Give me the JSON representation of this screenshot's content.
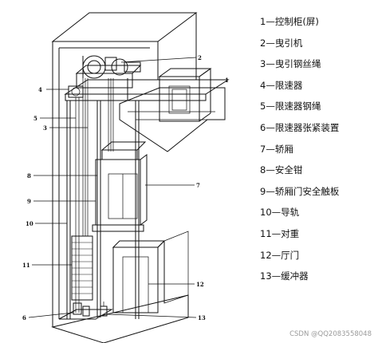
{
  "legend": [
    {
      "num": "1",
      "name": "控制柜(屏)"
    },
    {
      "num": "2",
      "name": "曳引机"
    },
    {
      "num": "3",
      "name": "曳引钢丝绳"
    },
    {
      "num": "4",
      "name": "限速器"
    },
    {
      "num": "5",
      "name": "限速器钢绳"
    },
    {
      "num": "6",
      "name": "限速器张紧装置"
    },
    {
      "num": "7",
      "name": "轿厢"
    },
    {
      "num": "8",
      "name": "安全钳"
    },
    {
      "num": "9",
      "name": "轿厢门安全触板"
    },
    {
      "num": "10",
      "name": "导轨"
    },
    {
      "num": "11",
      "name": "对重"
    },
    {
      "num": "12",
      "name": "厅门"
    },
    {
      "num": "13",
      "name": "缓冲器"
    }
  ],
  "callouts": {
    "c1": "1",
    "c2": "2",
    "c3": "3",
    "c4": "4",
    "c5": "5",
    "c6": "6",
    "c7": "7",
    "c8": "8",
    "c9": "9",
    "c10": "10",
    "c11": "11",
    "c12": "12",
    "c13": "13"
  },
  "watermark": "CSDN @QQ2083558048"
}
